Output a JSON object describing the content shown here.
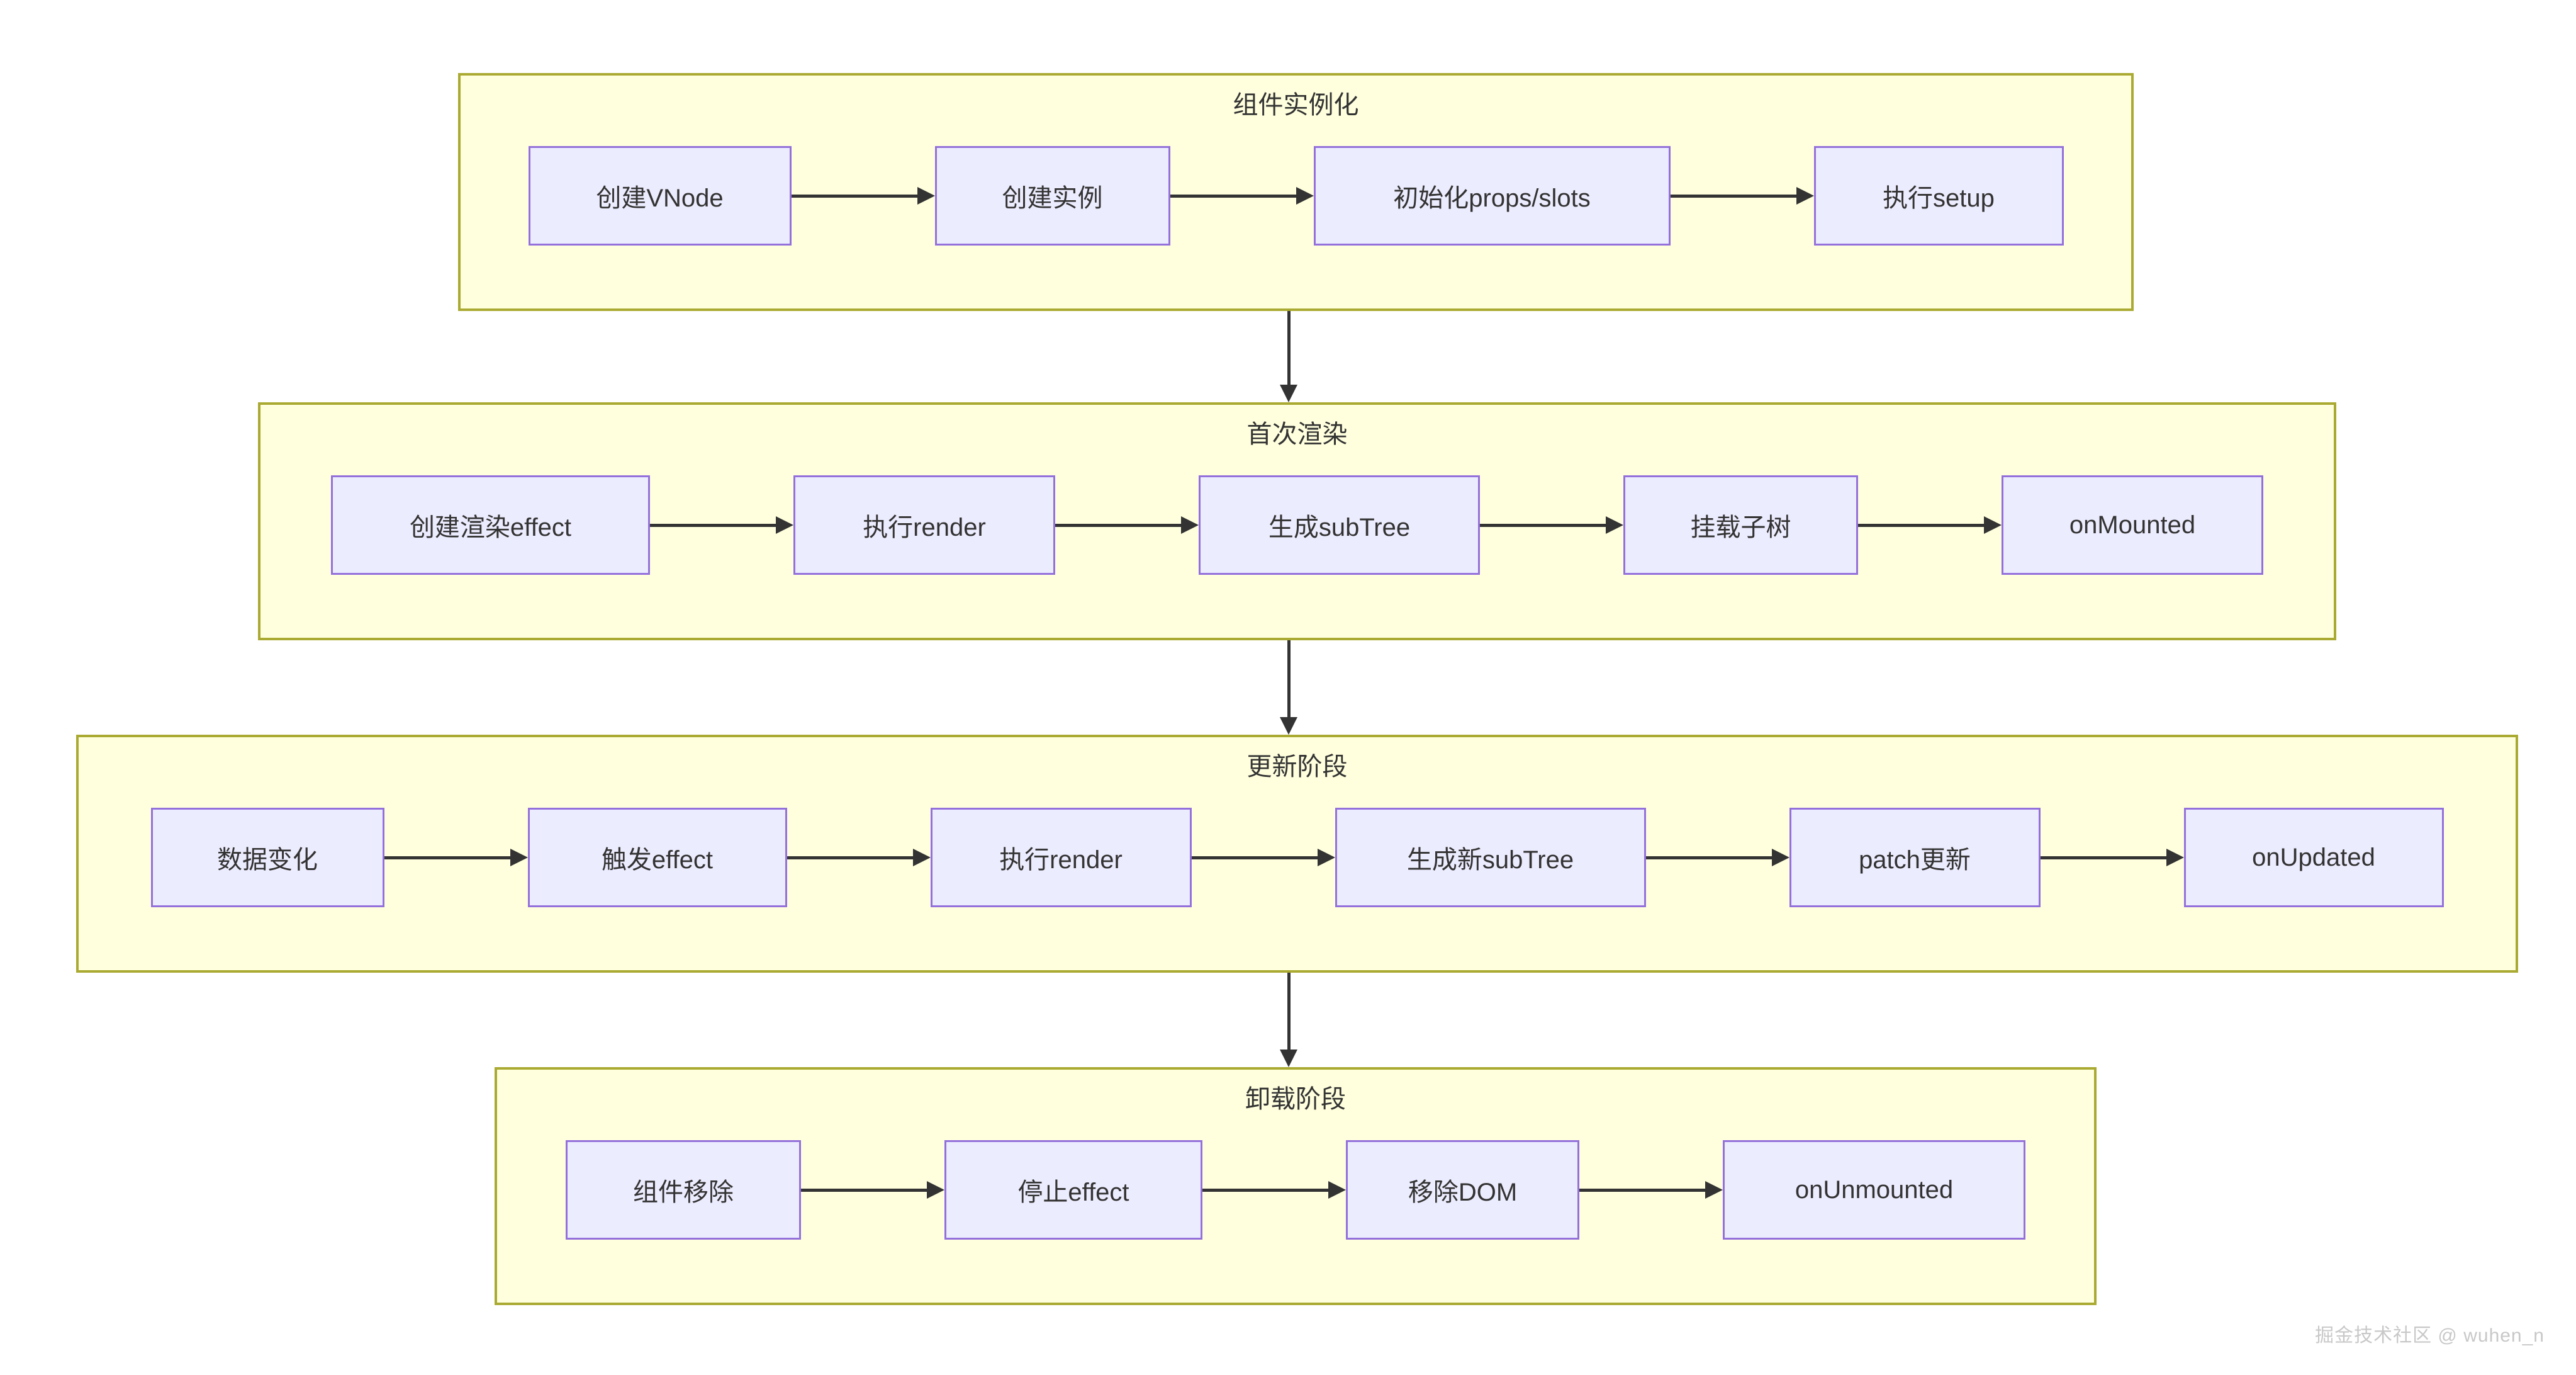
{
  "diagram": {
    "type": "flowchart",
    "direction": "top-to-bottom",
    "watermark": "掘金技术社区 @ wuhen_n",
    "colors": {
      "container_fill": "#ffffde",
      "container_border": "#aaaa33",
      "node_fill": "#ececff",
      "node_border": "#9370db",
      "arrow": "#333333",
      "text": "#333333",
      "watermark": "#c8c8c8"
    },
    "phases": [
      {
        "title": "组件实例化",
        "nodes": [
          "创建VNode",
          "创建实例",
          "初始化props/slots",
          "执行setup"
        ]
      },
      {
        "title": "首次渲染",
        "nodes": [
          "创建渲染effect",
          "执行render",
          "生成subTree",
          "挂载子树",
          "onMounted"
        ]
      },
      {
        "title": "更新阶段",
        "nodes": [
          "数据变化",
          "触发effect",
          "执行render",
          "生成新subTree",
          "patch更新",
          "onUpdated"
        ]
      },
      {
        "title": "卸载阶段",
        "nodes": [
          "组件移除",
          "停止effect",
          "移除DOM",
          "onUnmounted"
        ]
      }
    ]
  }
}
